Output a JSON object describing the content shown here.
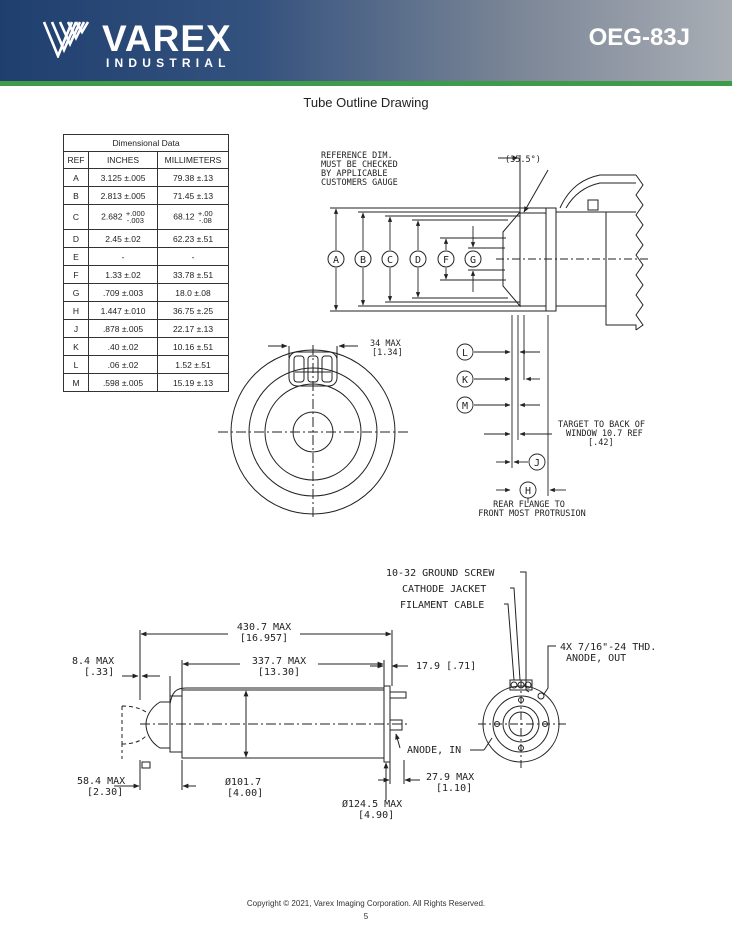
{
  "header": {
    "brand": "VAREX",
    "brand_sub": "INDUSTRIAL",
    "product": "OEG-83J",
    "colors": {
      "header_dark": "#1f3f6f",
      "header_light": "#a9aeb5",
      "accent_bar": "#3d9b4a"
    }
  },
  "page_title": "Tube Outline Drawing",
  "table": {
    "caption": "Dimensional Data",
    "headers": [
      "REF",
      "INCHES",
      "MILLIMETERS"
    ],
    "rows": [
      {
        "ref": "A",
        "inches": "3.125 ±.005",
        "mm": "79.38 ±.13"
      },
      {
        "ref": "B",
        "inches": "2.813 ±.005",
        "mm": "71.45 ±.13"
      },
      {
        "ref": "C",
        "inches": "2.682",
        "inches_tol_plus": "+.000",
        "inches_tol_minus": "-.003",
        "mm": "68.12",
        "mm_tol_plus": "+.00",
        "mm_tol_minus": "-.08"
      },
      {
        "ref": "D",
        "inches": "2.45 ±.02",
        "mm": "62.23 ±.51"
      },
      {
        "ref": "E",
        "inches": "-",
        "mm": "-"
      },
      {
        "ref": "F",
        "inches": "1.33 ±.02",
        "mm": "33.78 ±.51"
      },
      {
        "ref": "G",
        "inches": ".709 ±.003",
        "mm": "18.0 ±.08"
      },
      {
        "ref": "H",
        "inches": "1.447 ±.010",
        "mm": "36.75 ±.25"
      },
      {
        "ref": "J",
        "inches": ".878 ±.005",
        "mm": "22.17 ±.13"
      },
      {
        "ref": "K",
        "inches": ".40 ±.02",
        "mm": "10.16 ±.51"
      },
      {
        "ref": "L",
        "inches": ".06 ±.02",
        "mm": "1.52 ±.51"
      },
      {
        "ref": "M",
        "inches": ".598 ±.005",
        "mm": "15.19 ±.13"
      }
    ]
  },
  "drawing_top": {
    "ref_note": [
      "REFERENCE DIM.",
      "MUST BE CHECKED",
      "BY APPLICABLE",
      "CUSTOMERS GAUGE"
    ],
    "angle": "(35.5°)",
    "circle_labels": [
      "A",
      "B",
      "C",
      "D",
      "F",
      "G"
    ],
    "max34": [
      "34 MAX",
      "[1.34]"
    ],
    "side_labels": [
      "L",
      "K",
      "M"
    ],
    "target_note": [
      "TARGET TO BACK OF",
      "WINDOW 10.7 REF",
      "[.42]"
    ],
    "label_j": "J",
    "label_h": "H",
    "flange_note": [
      "REAR FLANGE TO",
      "FRONT MOST PROTRUSION"
    ]
  },
  "drawing_bottom": {
    "ground_screw": "10-32 GROUND SCREW",
    "cathode_jacket": "CATHODE JACKET",
    "filament_cable": "FILAMENT CABLE",
    "thd": [
      "4X 7/16\"-24 THD.",
      "ANODE, OUT"
    ],
    "len_max": [
      "430.7 MAX",
      "[16.957]"
    ],
    "len_337": [
      "337.7 MAX",
      "[13.30]"
    ],
    "dim_84": [
      "8.4 MAX",
      "[.33]"
    ],
    "dim_179": "17.9 [.71]",
    "anode_in": "ANODE, IN",
    "dim_584": [
      "58.4 MAX",
      "[2.30]"
    ],
    "dia_1017": [
      "Ø101.7",
      "[4.00]"
    ],
    "dim_279": [
      "27.9 MAX",
      "[1.10]"
    ],
    "dia_1245": [
      "Ø124.5 MAX",
      "[4.90]"
    ]
  },
  "footer": {
    "copyright": "Copyright © 2021, Varex Imaging Corporation.  All Rights Reserved.",
    "page_number": "5"
  }
}
